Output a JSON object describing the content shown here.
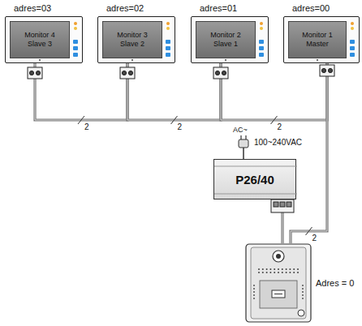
{
  "diagram": {
    "nodes": [
      {
        "text": [
          "adres=03",
          "Monitor 4 Slave 3"
        ]
      },
      {
        "text": [
          "adres=02",
          "Monitor 3 Slave 2"
        ]
      },
      {
        "text": [
          "adres=01",
          "Monitor 2 Slave 1"
        ]
      },
      {
        "text": [
          "adres=00",
          "Monitor 1 Master"
        ]
      },
      {
        "text": [
          "P26/40"
        ]
      },
      {
        "text": [
          "Adres = 0"
        ]
      }
    ],
    "edges": [
      {
        "from": 0,
        "to": 1,
        "label": "2",
        "arrow": "none"
      },
      {
        "from": 1,
        "to": 2,
        "label": "2",
        "arrow": "none"
      },
      {
        "from": 2,
        "to": 3,
        "label": "2",
        "arrow": "none"
      },
      {
        "from": 3,
        "to": 5,
        "label": "2",
        "arrow": "none"
      },
      {
        "from": 4,
        "to": 5,
        "arrow": "none"
      }
    ],
    "labels": [
      "AC~",
      "100~240VAC"
    ]
  }
}
